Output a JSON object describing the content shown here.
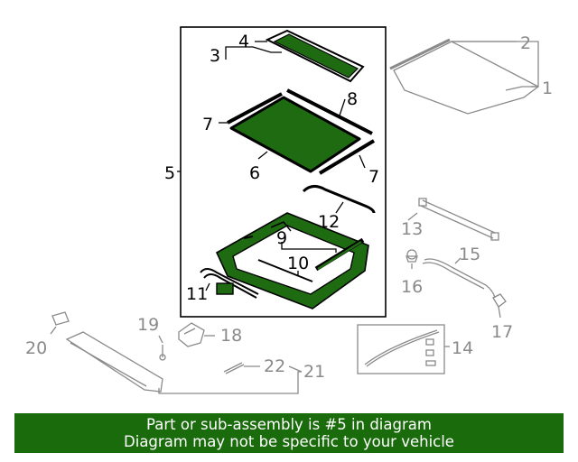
{
  "colors": {
    "highlight_fill": "#1e6b12",
    "banner_bg": "#1a6b0c",
    "banner_text": "#ffffff",
    "active_stroke": "#000000",
    "muted_stroke": "#8a8a8a"
  },
  "callouts": {
    "c1": "1",
    "c2": "2",
    "c3": "3",
    "c4": "4",
    "c5": "5",
    "c6": "6",
    "c7a": "7",
    "c7b": "7",
    "c8": "8",
    "c9": "9",
    "c10": "10",
    "c11": "11",
    "c12": "12",
    "c13": "13",
    "c14": "14",
    "c15": "15",
    "c16": "16",
    "c17": "17",
    "c18": "18",
    "c19": "19",
    "c20": "20",
    "c21": "21",
    "c22": "22"
  },
  "highlighted_assembly": "5",
  "banner": {
    "line1": "Part or sub-assembly is #5 in diagram",
    "line2": "Diagram may not be specific to your vehicle"
  }
}
